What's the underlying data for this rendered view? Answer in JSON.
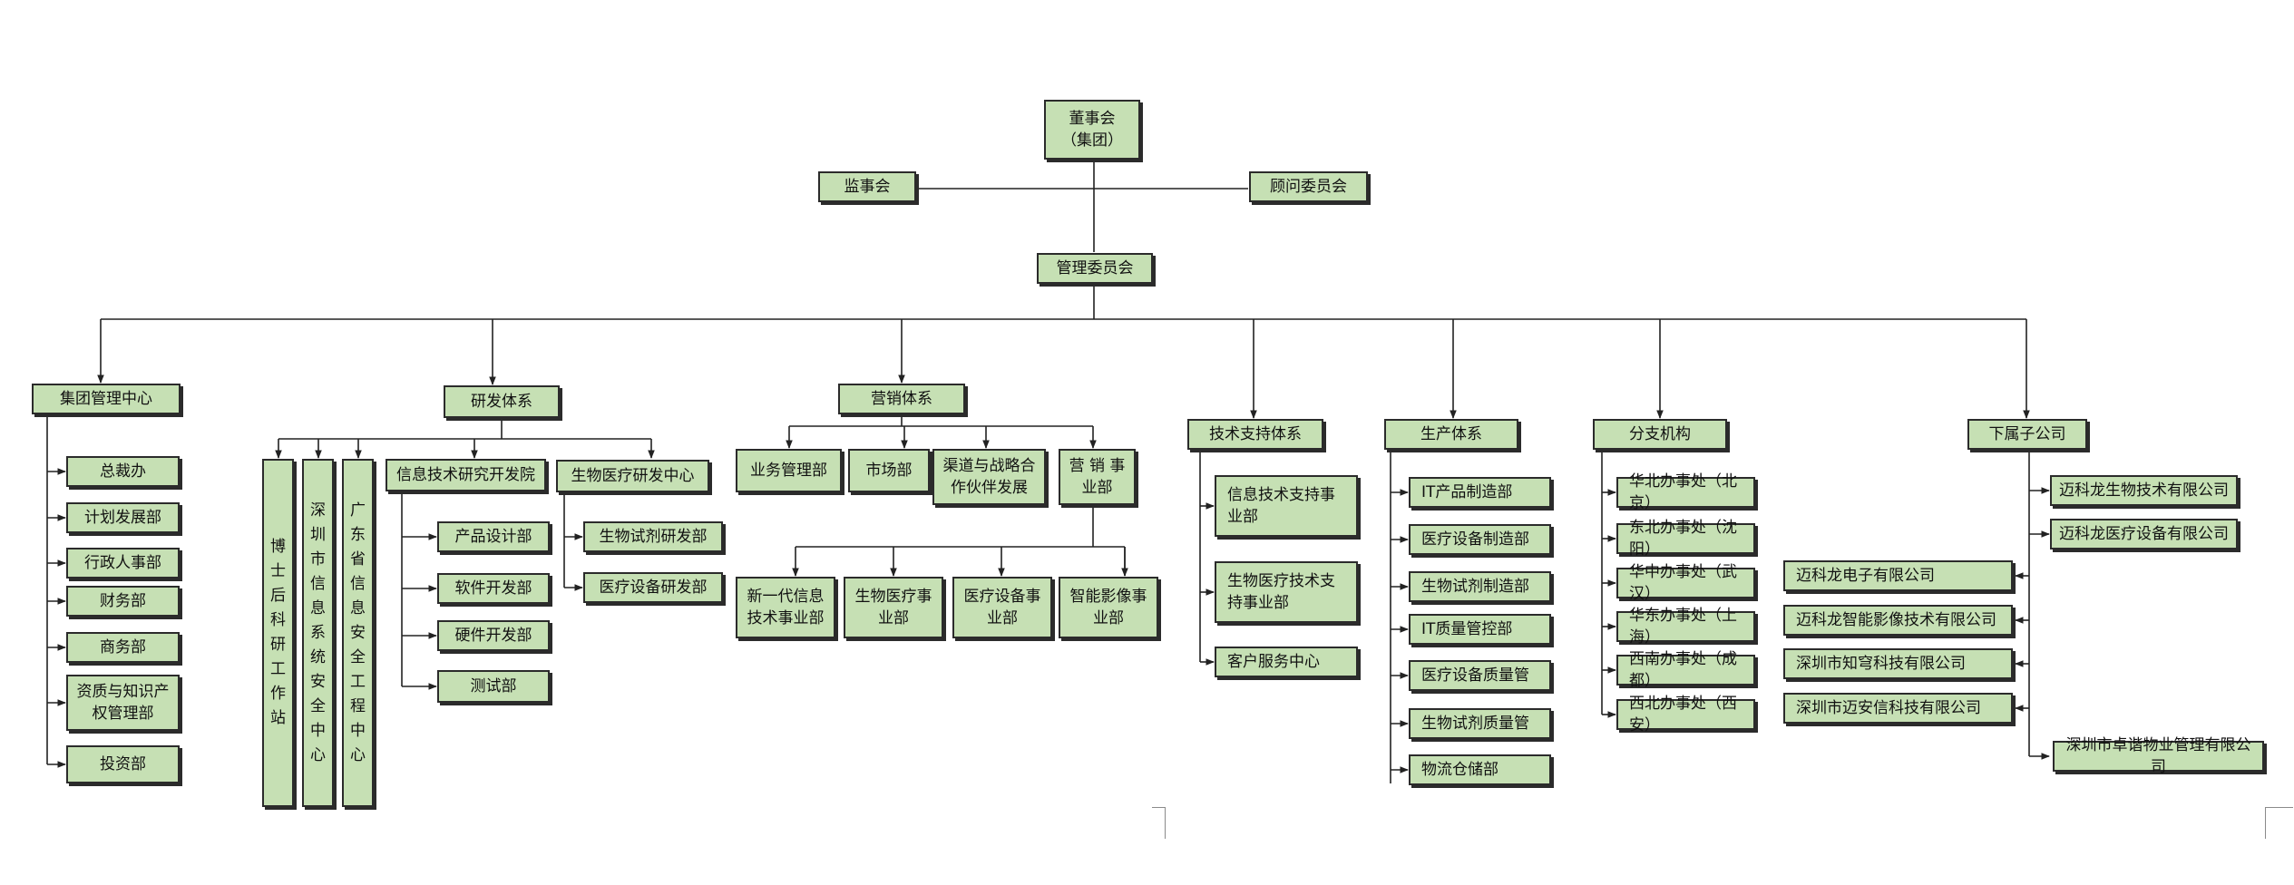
{
  "colors": {
    "box_fill": "#c6e0b4",
    "box_border": "#2b2b2b",
    "line": "#222222"
  },
  "top": {
    "board": "董事会\n（集团）",
    "supervisory": "监事会",
    "advisory": "顾问委员会",
    "management": "管理委员会"
  },
  "group_mgmt": {
    "title": "集团管理中心",
    "items": [
      "总裁办",
      "计划发展部",
      "行政人事部",
      "财务部",
      "商务部",
      "资质与知识产\n权管理部",
      "投资部"
    ]
  },
  "rd": {
    "title": "研发体系",
    "vertical": [
      "博士后科研工作站",
      "深圳市信息系统安全中心",
      "广东省信息安全工程中心"
    ],
    "it_institute": "信息技术研究开发院",
    "it_items": [
      "产品设计部",
      "软件开发部",
      "硬件开发部",
      "测试部"
    ],
    "bio_center": "生物医疗研发中心",
    "bio_items": [
      "生物试剂研发部",
      "医疗设备研发部"
    ]
  },
  "marketing": {
    "title": "营销体系",
    "items": [
      "业务管理部",
      "市场部",
      "渠道与战略合\n作伙伴发展",
      "营 销 事\n业部"
    ],
    "sub_items": [
      "新一代信息\n技术事业部",
      "生物医疗事\n业部",
      "医疗设备事\n业部",
      "智能影像事\n业部"
    ]
  },
  "tech_support": {
    "title": "技术支持体系",
    "items": [
      "信息技术支持事\n业部",
      "生物医疗技术支\n持事业部",
      "客户服务中心"
    ]
  },
  "production": {
    "title": "生产体系",
    "items": [
      "IT产品制造部",
      "医疗设备制造部",
      "生物试剂制造部",
      "IT质量管控部",
      "医疗设备质量管",
      "生物试剂质量管",
      "物流仓储部"
    ]
  },
  "branches": {
    "title": "分支机构",
    "items": [
      "华北办事处（北京）",
      "东北办事处（沈阳）",
      "华中办事处（武汉）",
      "华东办事处（上海）",
      "西南办事处（成都）",
      "西北办事处（西安）"
    ]
  },
  "subsidiaries": {
    "title": "下属子公司",
    "right_items": [
      "迈科龙生物技术有限公司",
      "迈科龙医疗设备有限公司"
    ],
    "left_items": [
      "迈科龙电子有限公司",
      "迈科龙智能影像技术有限公司",
      "深圳市知穹科技有限公司",
      "深圳市迈安信科技有限公司"
    ],
    "bottom_item": "深圳市卓谐物业管理有限公司"
  }
}
